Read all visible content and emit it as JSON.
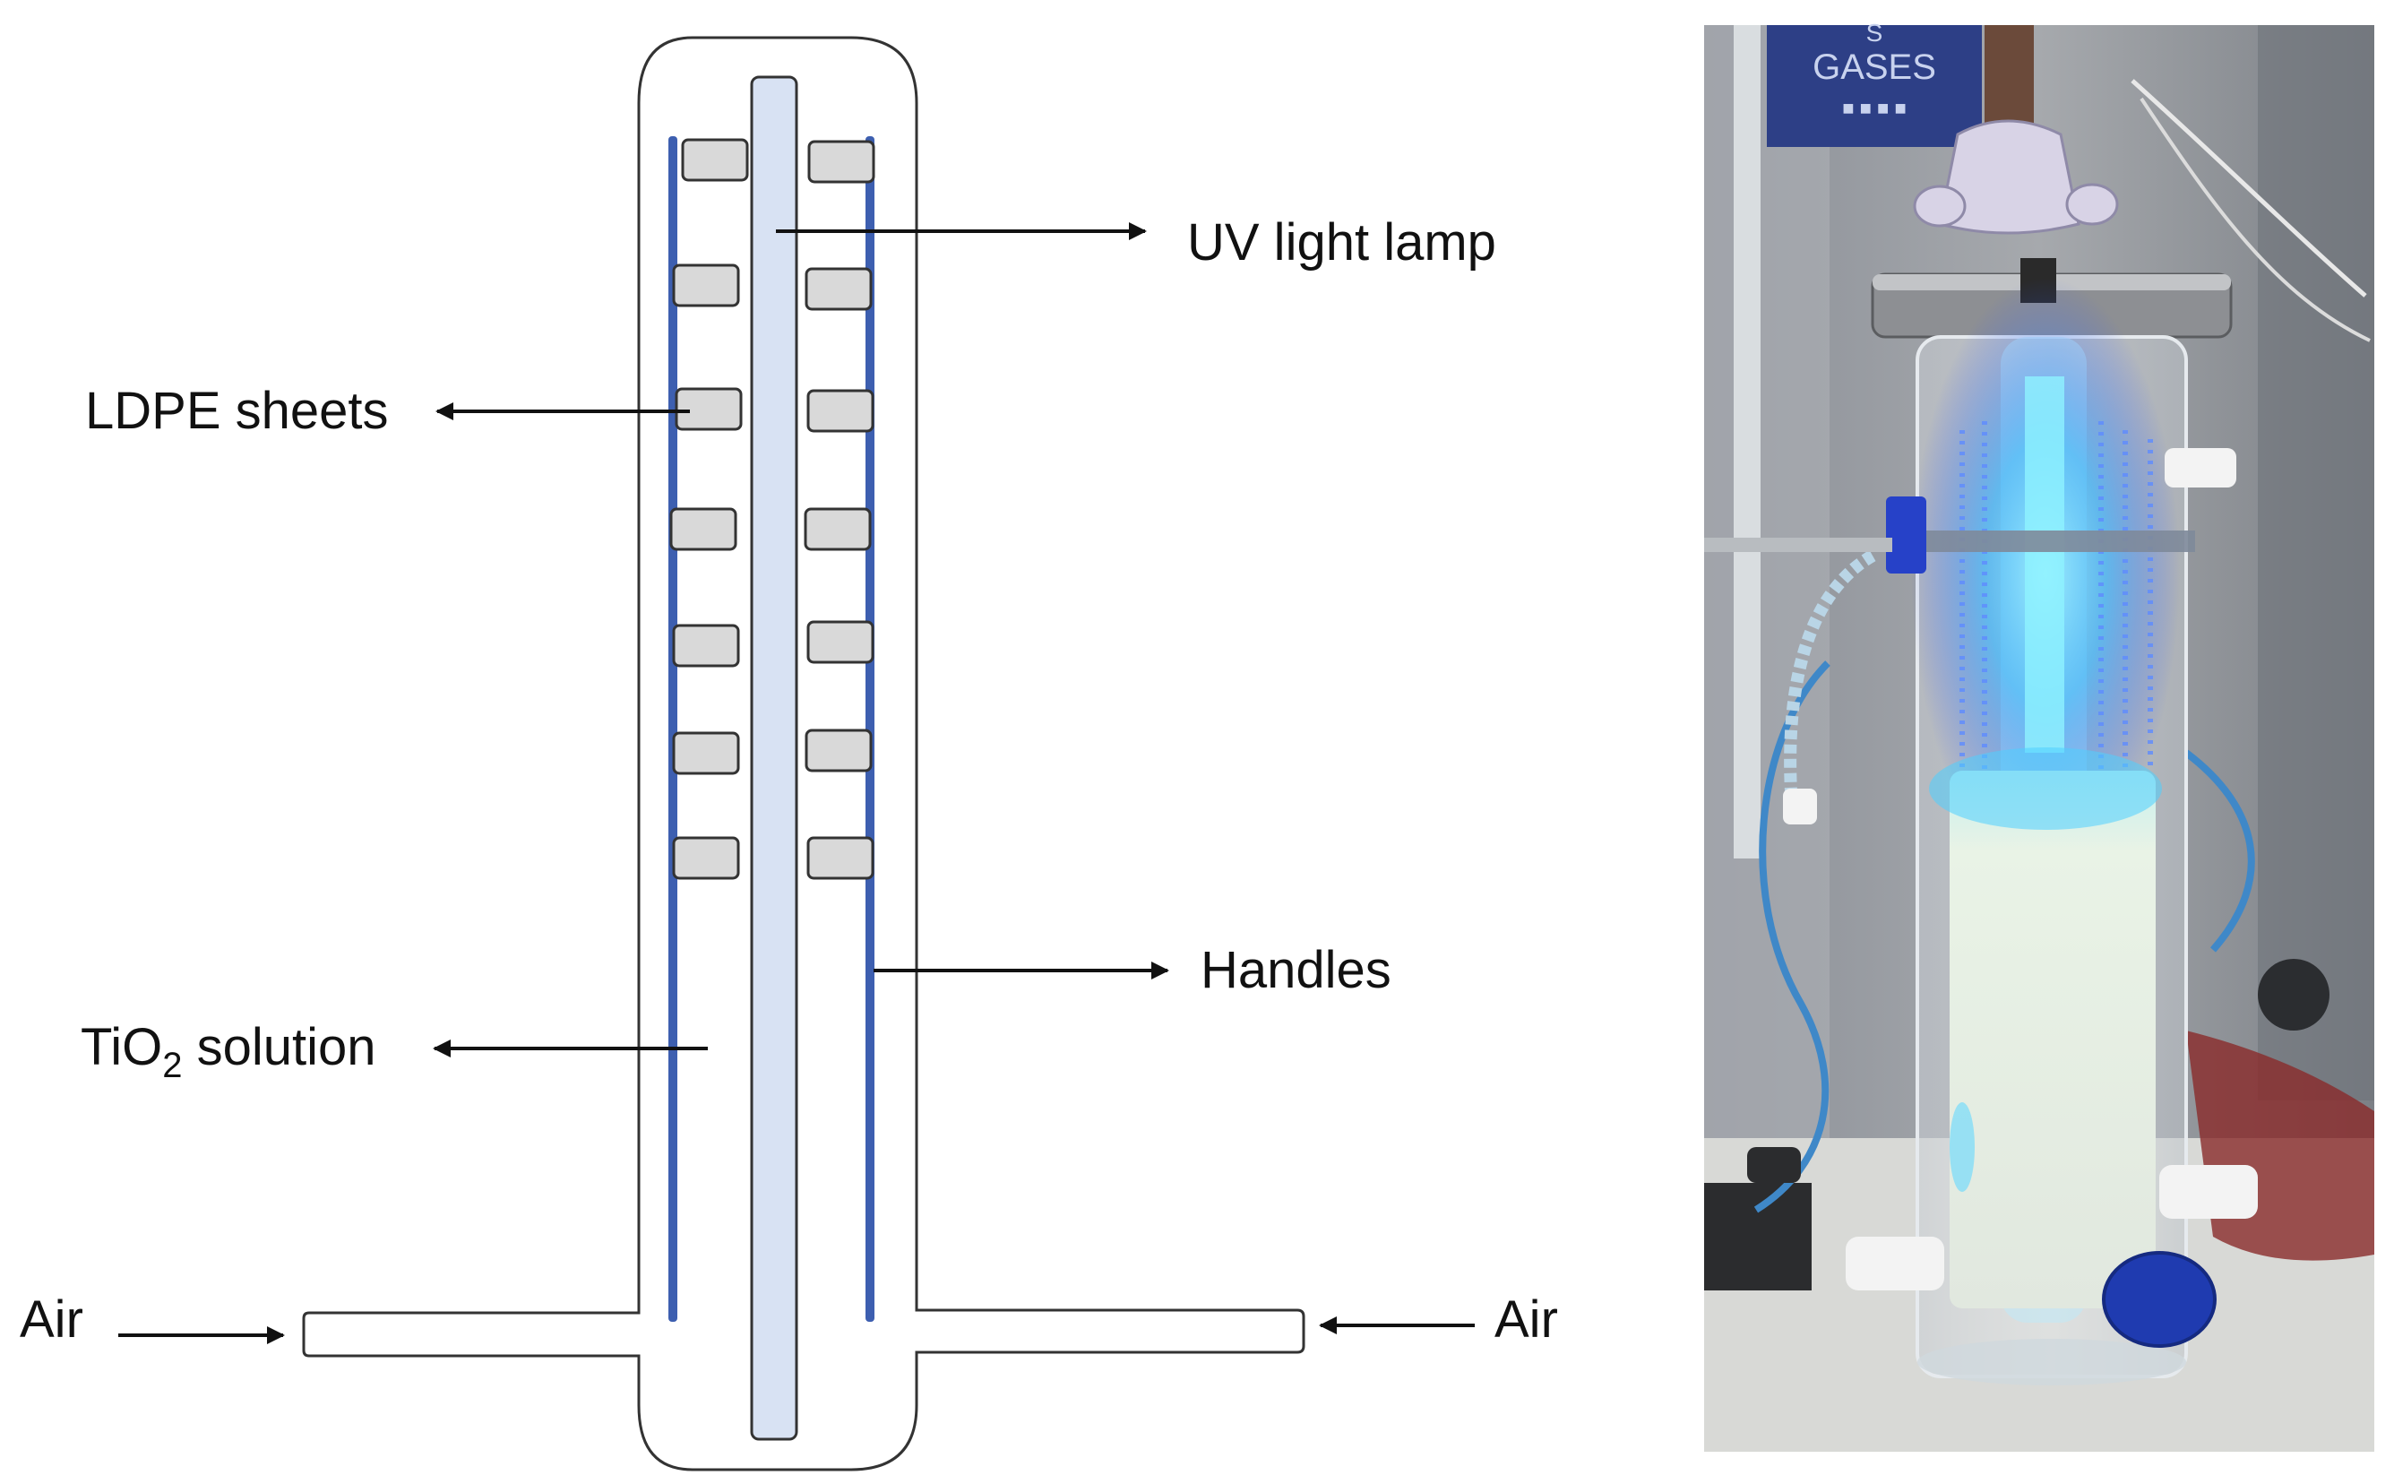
{
  "labels": {
    "uv_lamp": "UV light lamp",
    "ldpe_sheets": "LDPE sheets",
    "handles": "Handles",
    "tio2_prefix": "TiO",
    "tio2_subscript": "2",
    "tio2_suffix": " solution",
    "air_left": "Air",
    "air_right": "Air"
  },
  "photo": {
    "sign_line1": "S",
    "sign_line2": "GASES",
    "sign_line3": "■ ■ ■ ■"
  },
  "colors": {
    "handle_blue": "#3d5fb0",
    "lamp_fill": "#d8e2f3",
    "sheet_fill": "#d9d9d9",
    "outline": "#333333",
    "uv_glow": "#45c8ff"
  }
}
